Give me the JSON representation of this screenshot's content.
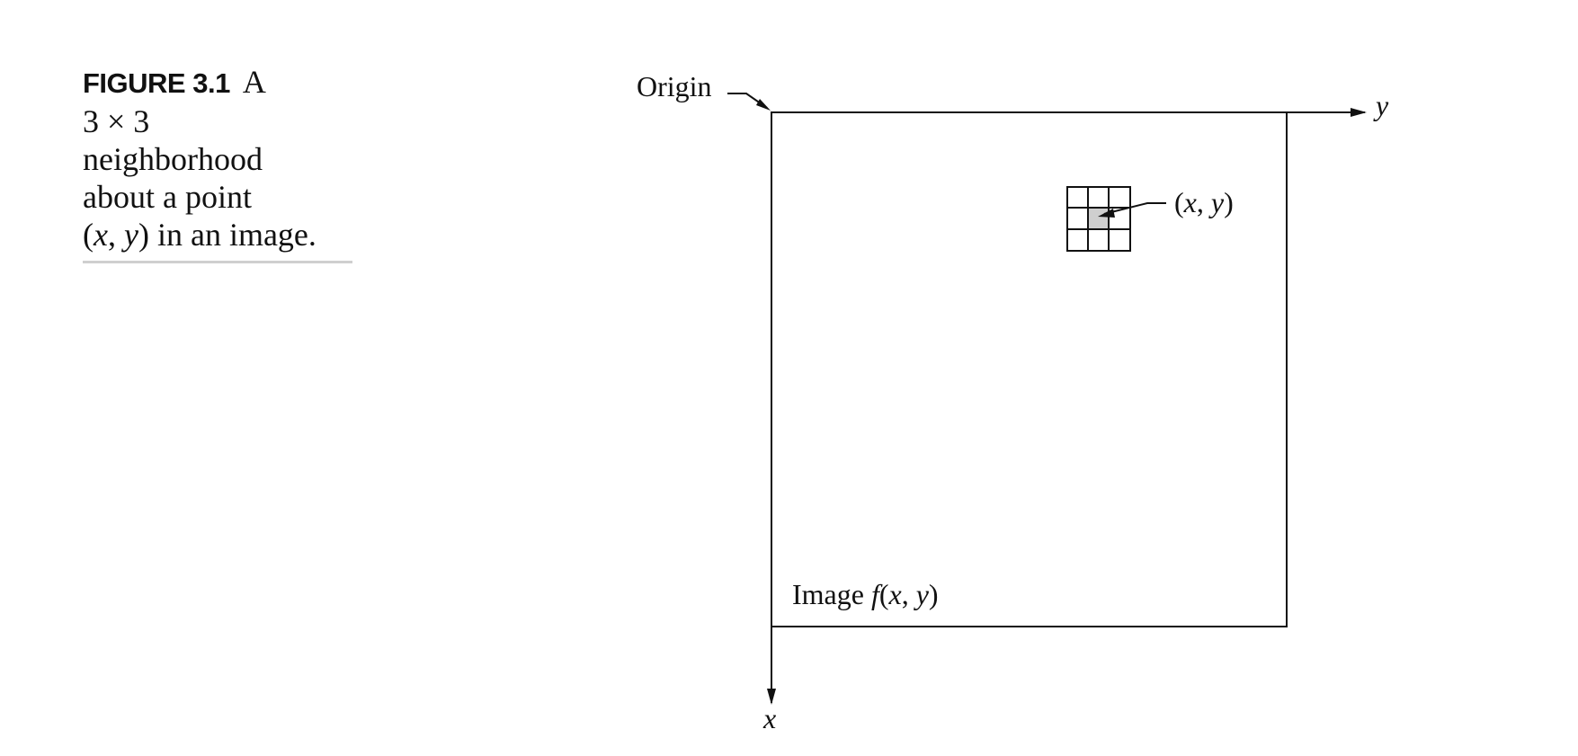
{
  "caption": {
    "figure_label": "FIGURE 3.1",
    "line1_rest": "A",
    "line2": "3 × 3",
    "line3": "neighborhood",
    "line4": "about a point",
    "line5_open": "(",
    "line5_x": "x",
    "line5_comma": ", ",
    "line5_y": "y",
    "line5_close": ") in an image."
  },
  "diagram": {
    "origin_label": "Origin",
    "y_axis_label": "y",
    "x_axis_label": "x",
    "point_label_open": "(",
    "point_label_x": "x",
    "point_label_comma": ", ",
    "point_label_y": "y",
    "point_label_close": ")",
    "image_label_prefix": "Image ",
    "image_label_f": "f",
    "image_label_open": "(",
    "image_label_x": "x",
    "image_label_comma": ", ",
    "image_label_y": "y",
    "image_label_close": ")",
    "grid_rows": 3,
    "grid_cols": 3,
    "center_cell_fill": "#cfcfcf",
    "line_color": "#111111"
  }
}
